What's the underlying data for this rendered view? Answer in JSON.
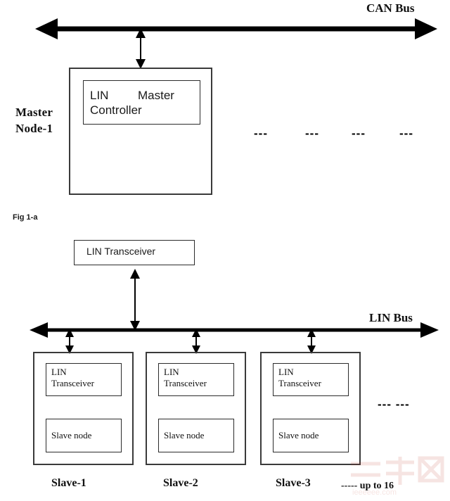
{
  "figure": {
    "caption": "Fig 1-a",
    "upper": {
      "bus_label": "CAN Bus",
      "node_label": "Master\nNode-1",
      "controller_line1_a": "LIN",
      "controller_line1_b": "Master",
      "controller_line2": "Controller",
      "continuation_dots": [
        "---",
        "---",
        "---",
        "---"
      ]
    },
    "lower": {
      "bus_label": "LIN Bus",
      "master_transceiver_label": "LIN Transceiver",
      "slaves": [
        {
          "caption": "Slave-1",
          "transceiver_label": "LIN\nTransceiver",
          "node_label": "Slave node"
        },
        {
          "caption": "Slave-2",
          "transceiver_label": "LIN\nTransceiver",
          "node_label": "Slave node"
        },
        {
          "caption": "Slave-3",
          "transceiver_label": "LIN\nTransceiver",
          "node_label": "Slave node"
        }
      ],
      "continuation_dots": "---  ---",
      "scale_note": "----- up to 16"
    }
  },
  "colors": {
    "ink": "#000000",
    "line": "#2b2b2b",
    "background": "#ffffff",
    "watermark": "#c0392b"
  }
}
